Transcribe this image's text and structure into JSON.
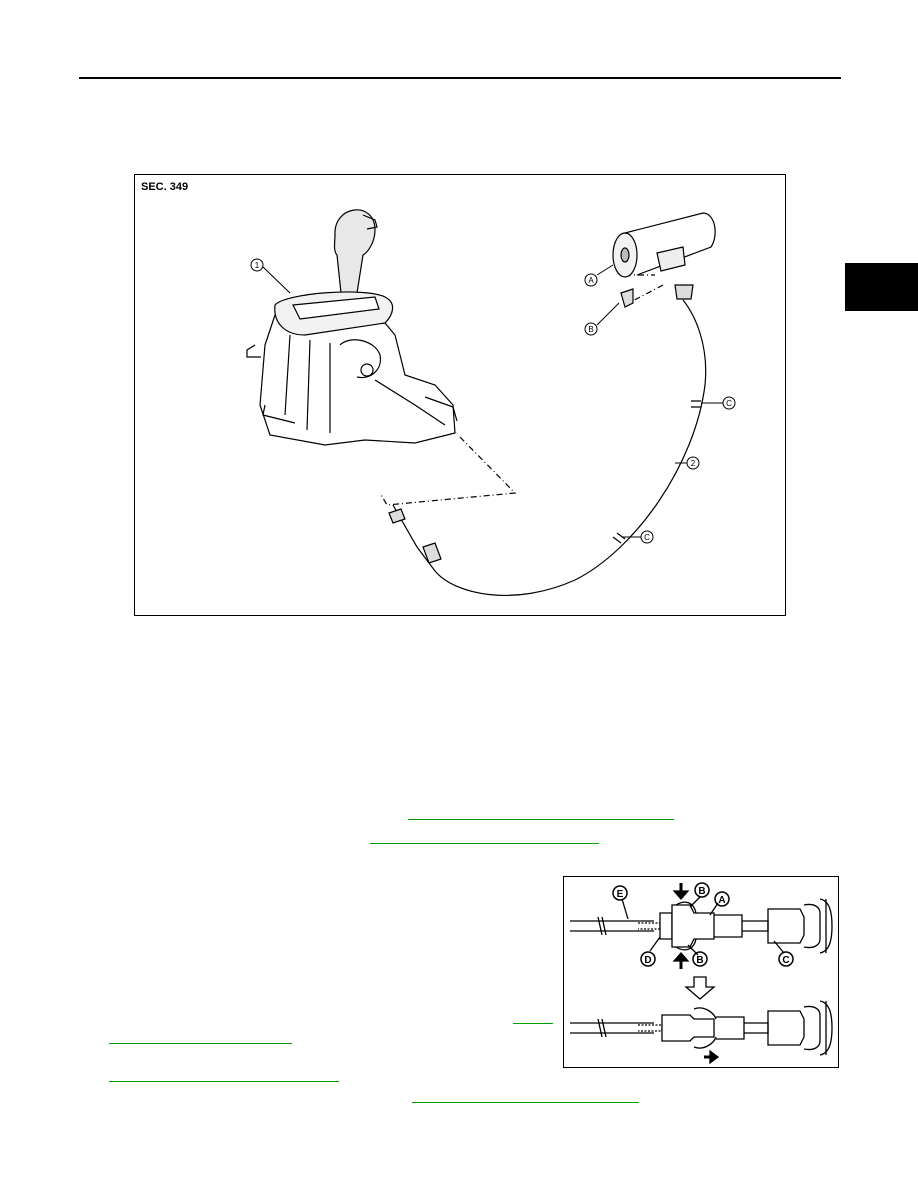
{
  "figure1": {
    "section_label": "SEC. 349",
    "callouts": {
      "c1": "1",
      "c2": "2",
      "cA": "A",
      "cB": "B",
      "cC1": "C",
      "cC2": "C"
    }
  },
  "figure2": {
    "callouts": {
      "E": "E",
      "B_top": "B",
      "A": "A",
      "D": "D",
      "B_bottom": "B",
      "C": "C"
    }
  },
  "colors": {
    "link": "#00a000",
    "ink": "#000000"
  }
}
